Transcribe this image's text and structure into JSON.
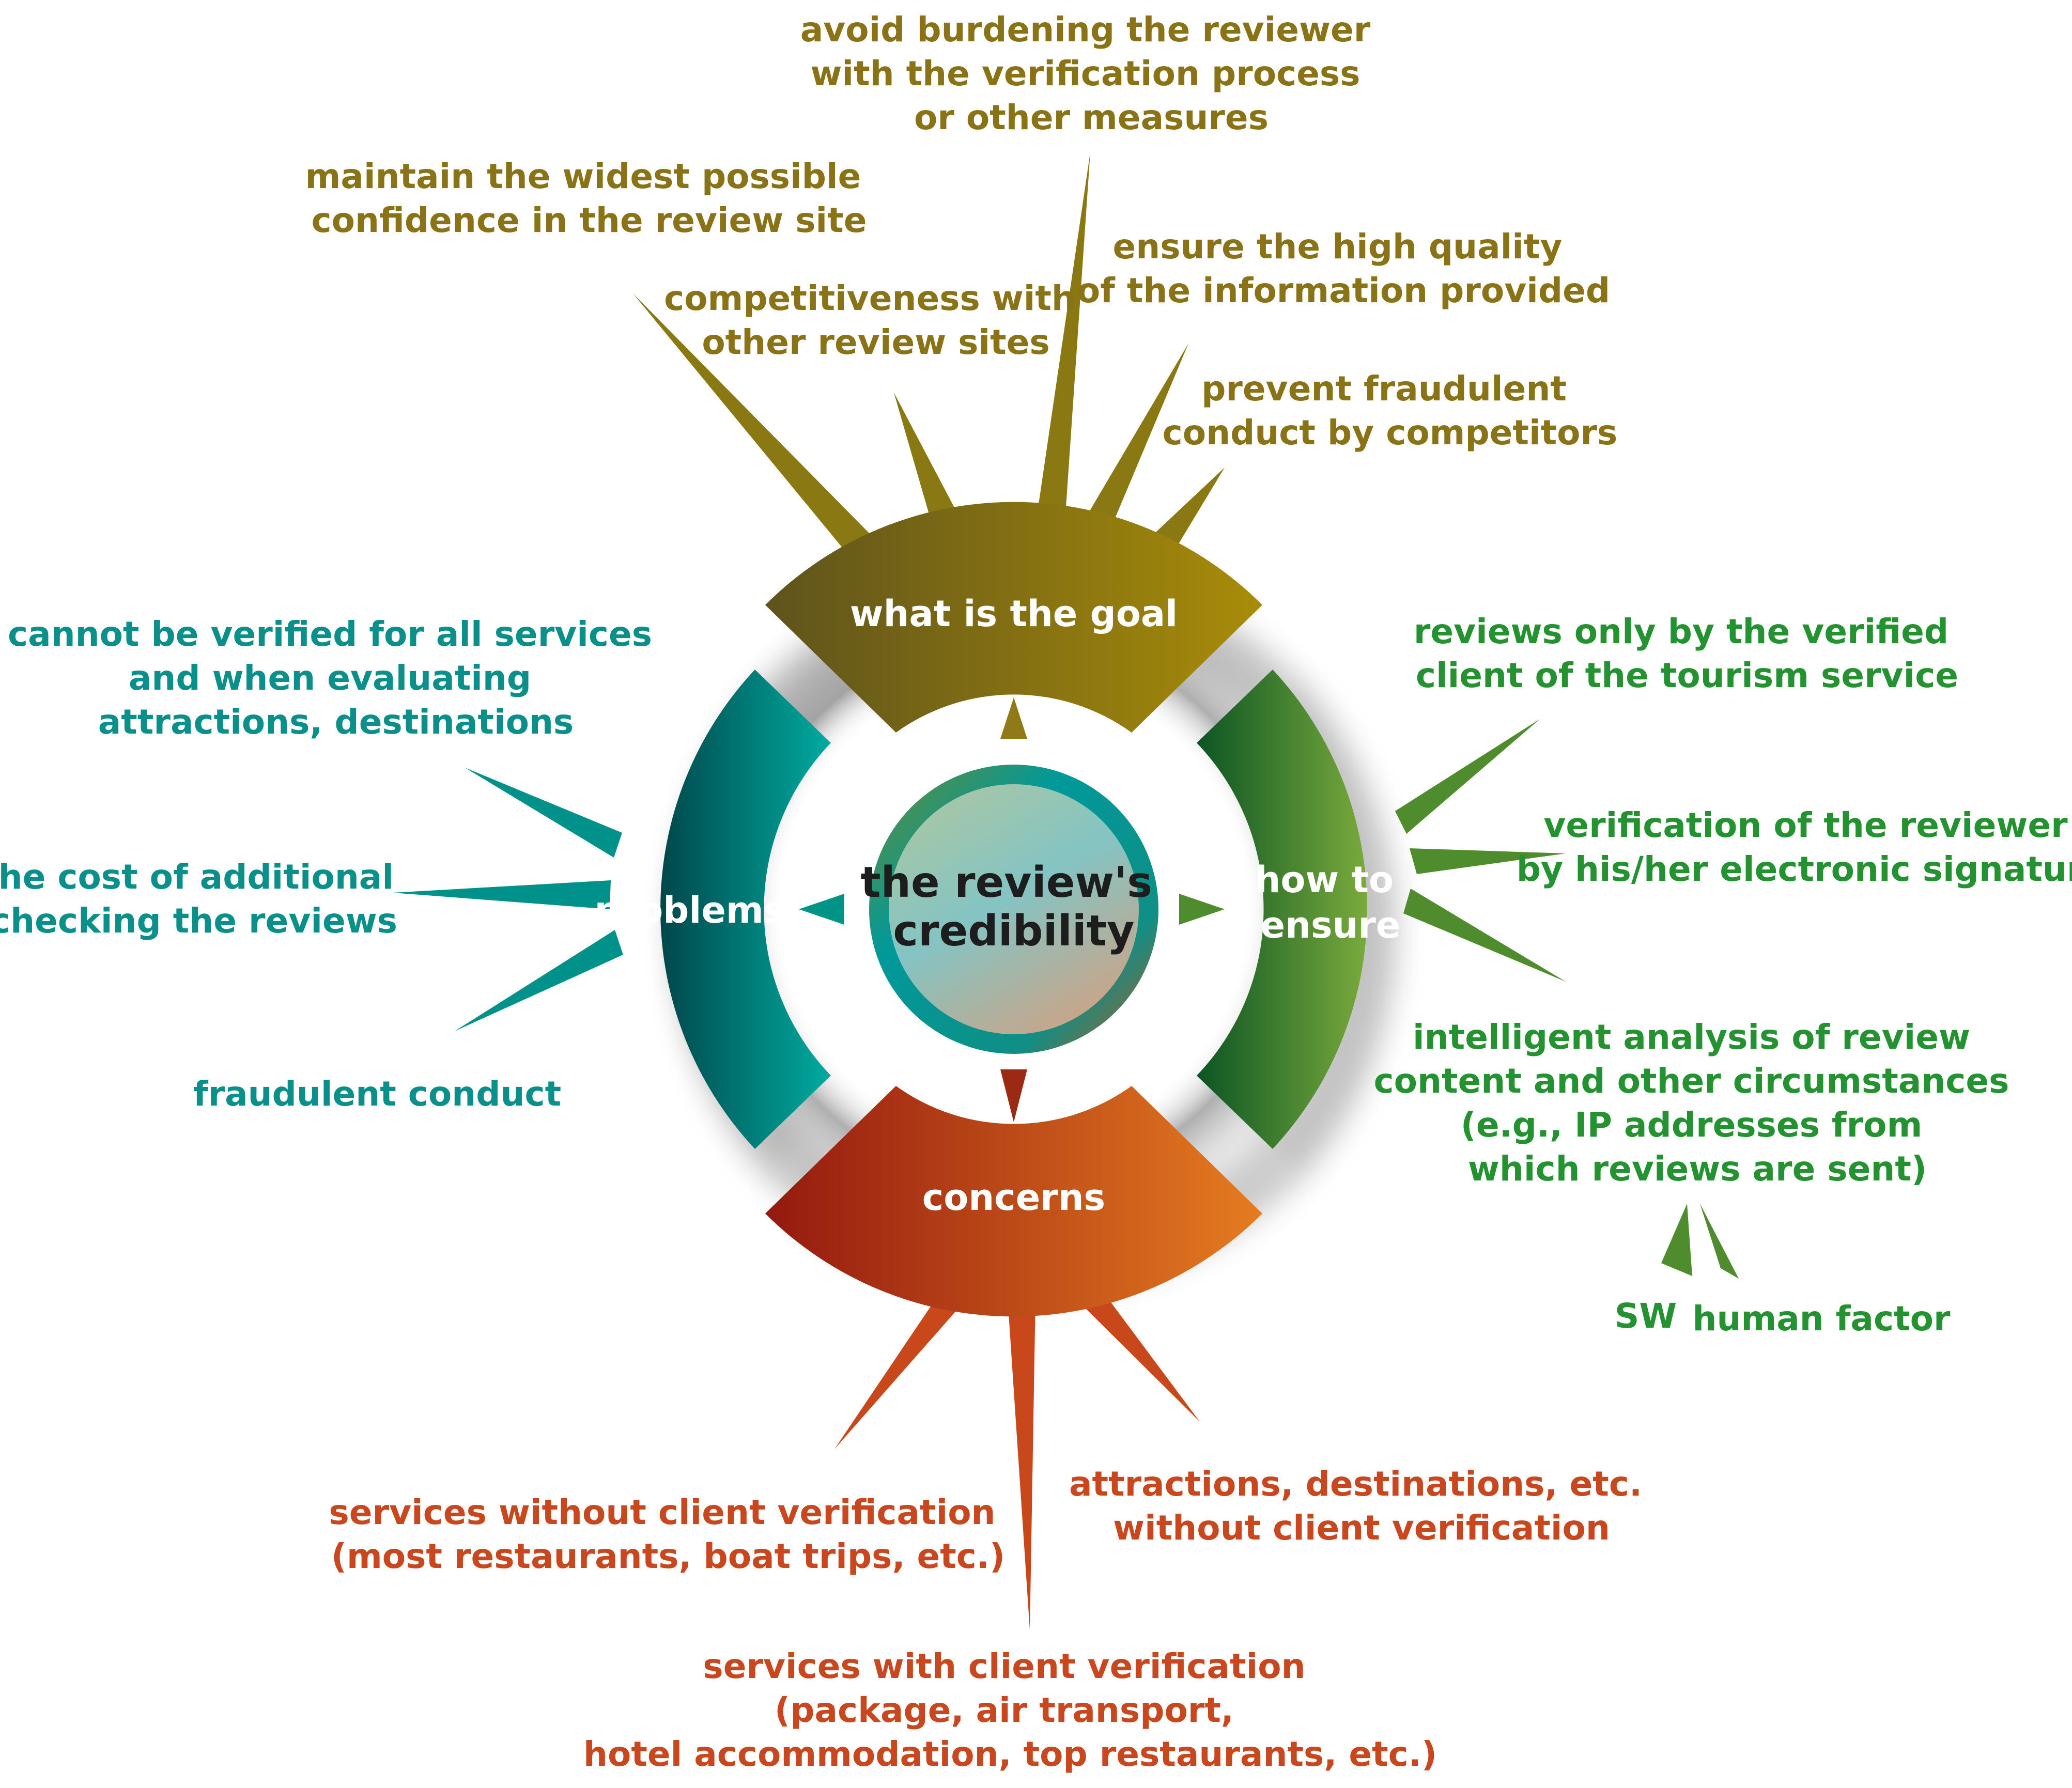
{
  "center": {
    "line1": "the review's",
    "line2": "credibility"
  },
  "segments": {
    "goal": {
      "label": "what is the goal",
      "color": "#8f7a17"
    },
    "ensure": {
      "line1": "how to",
      "line2": "ensure",
      "color": "#4e8c2e"
    },
    "concerns": {
      "label": "concerns",
      "color": "#cf5a22"
    },
    "problems": {
      "label": "problems",
      "color": "#009486"
    }
  },
  "goal_items": [
    {
      "lines": [
        "avoid burdening the reviewer",
        "with the verification process",
        "or other measures"
      ]
    },
    {
      "lines": [
        "maintain the widest possible",
        "confidence in the review site"
      ]
    },
    {
      "lines": [
        "ensure the high quality",
        "of the information provided"
      ]
    },
    {
      "lines": [
        "competitiveness with",
        "other review sites"
      ]
    },
    {
      "lines": [
        "prevent fraudulent",
        "conduct by competitors"
      ]
    }
  ],
  "ensure_items": [
    {
      "lines": [
        "reviews only by the verified",
        "client of the tourism service"
      ]
    },
    {
      "lines": [
        "verification of the reviewer",
        "by his/her electronic signature"
      ]
    },
    {
      "lines": [
        "intelligent analysis of review",
        "content and other circumstances",
        "(e.g., IP addresses from",
        "which reviews are sent)"
      ]
    }
  ],
  "ensure_sub": {
    "left": "SW",
    "right": "human factor"
  },
  "problems_items": [
    {
      "lines": [
        "cannot be verified for all services",
        "and when evaluating",
        "attractions, destinations"
      ]
    },
    {
      "lines": [
        "the cost of additional",
        "checking the reviews"
      ]
    },
    {
      "lines": [
        "fraudulent conduct"
      ]
    }
  ],
  "concerns_items": [
    {
      "lines": [
        "attractions, destinations, etc.",
        "without client verification"
      ]
    },
    {
      "lines": [
        "services without client verification",
        "(most restaurants, boat trips, etc.)"
      ]
    },
    {
      "lines": [
        "services with client verification",
        "(package, air transport,",
        "hotel accommodation, top restaurants, etc.)"
      ]
    }
  ]
}
